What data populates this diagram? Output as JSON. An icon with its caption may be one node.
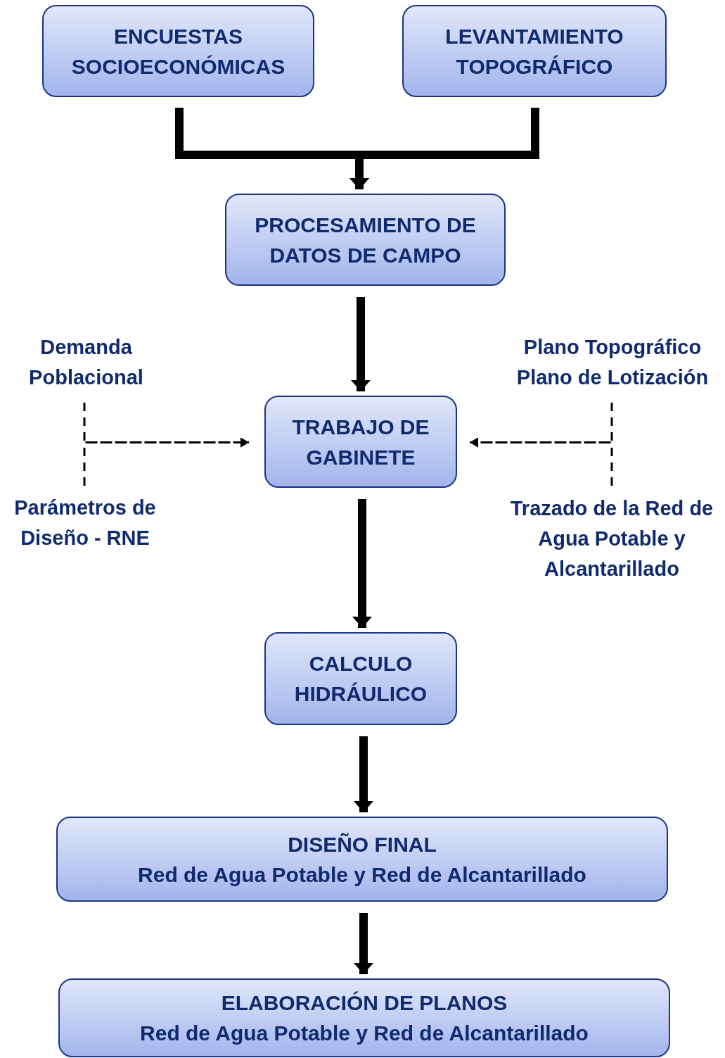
{
  "diagram": {
    "nodes": [
      {
        "text": [
          "ENCUESTAS SOCIOECONÓMICAS"
        ]
      },
      {
        "text": [
          "LEVANTAMIENTO TOPOGRÁFICO"
        ]
      },
      {
        "text": [
          "PROCESAMIENTO DE DATOS DE CAMPO"
        ]
      },
      {
        "text": [
          "TRABAJO DE GABINETE"
        ]
      },
      {
        "text": [
          "CALCULO HIDRÁULICO"
        ]
      },
      {
        "text": [
          "DISEÑO FINAL",
          "Red de Agua Potable y Red de Alcantarillado"
        ]
      },
      {
        "text": [
          "ELABORACIÓN DE PLANOS",
          "Red de Agua Potable y Red de Alcantarillado"
        ]
      },
      {
        "text": [
          "Demanda Poblacional"
        ]
      },
      {
        "text": [
          "Parámetros de Diseño - RNE"
        ]
      },
      {
        "text": [
          "Plano Topográfico",
          "Plano de Lotización"
        ]
      },
      {
        "text": [
          "Trazado de la Red de Agua Potable y Alcantarillado"
        ]
      }
    ],
    "edges": [
      {
        "from": 0,
        "to": 2,
        "arrow": "to"
      },
      {
        "from": 1,
        "to": 2,
        "arrow": "to"
      },
      {
        "from": 2,
        "to": 3,
        "arrow": "to"
      },
      {
        "from": 3,
        "to": 4,
        "arrow": "to"
      },
      {
        "from": 4,
        "to": 5,
        "arrow": "to"
      },
      {
        "from": 5,
        "to": 6,
        "arrow": "to"
      },
      {
        "from": 7,
        "to": 3,
        "arrow": "to",
        "style": "dashed"
      },
      {
        "from": 8,
        "to": 3,
        "arrow": "to",
        "style": "dashed"
      },
      {
        "from": 9,
        "to": 3,
        "arrow": "to",
        "style": "dashed"
      },
      {
        "from": 10,
        "to": 3,
        "arrow": "to",
        "style": "dashed"
      }
    ]
  }
}
